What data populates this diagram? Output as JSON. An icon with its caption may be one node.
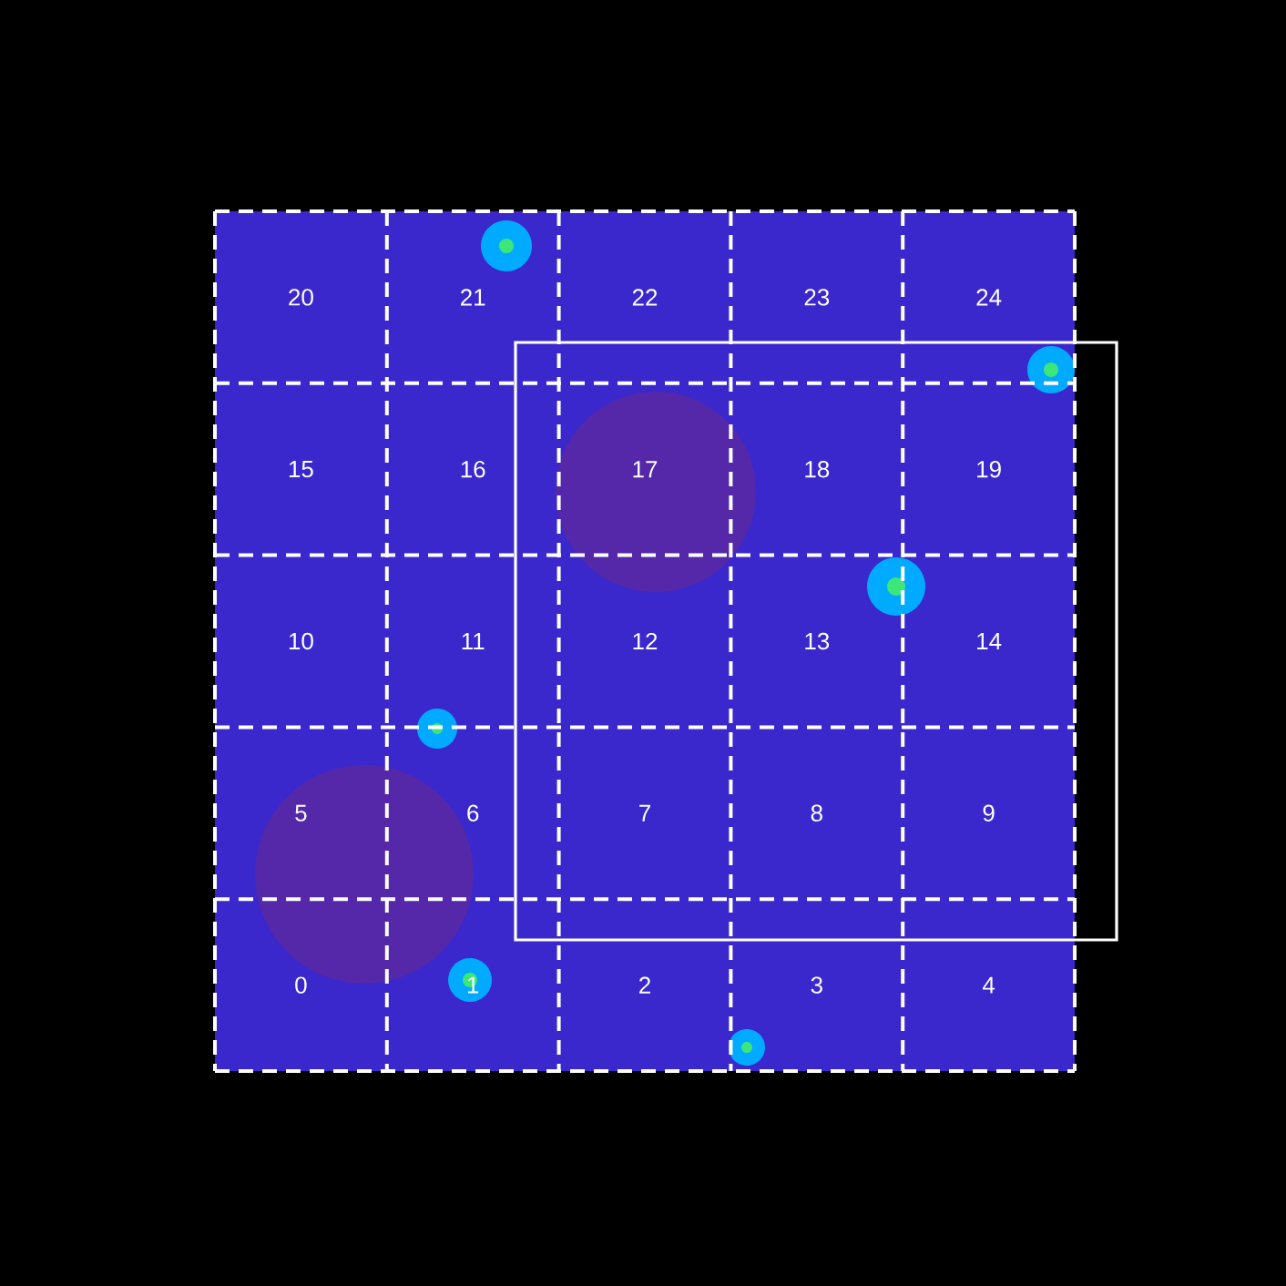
{
  "diagram": {
    "labels": [
      "20",
      "21",
      "22",
      "23",
      "24",
      "15",
      "16",
      "17",
      "18",
      "19",
      "10",
      "11",
      "12",
      "13",
      "14",
      "5",
      "6",
      "7",
      "8",
      "9",
      "0",
      "1",
      "2",
      "3",
      "4"
    ]
  }
}
